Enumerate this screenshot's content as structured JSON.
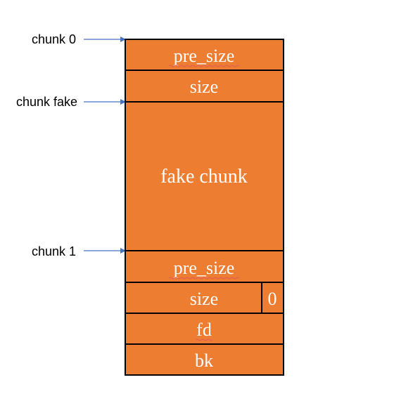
{
  "colors": {
    "block_fill": "#ED7D31",
    "block_stroke": "#000000",
    "arrow": "#4472C4",
    "label_text": "#000000",
    "cell_text": "#FFFFFF",
    "spellcheck_underline": "#E05A5A"
  },
  "pointers": [
    {
      "id": "chunk0",
      "label": "chunk 0"
    },
    {
      "id": "chunkfake",
      "label": "chunk fake"
    },
    {
      "id": "chunk1",
      "label": "chunk 1"
    }
  ],
  "cells": {
    "pre_size_top": "pre_size",
    "size_top": "size",
    "fake_chunk": "fake chunk",
    "pre_size_bottom": "pre_size",
    "size_bottom": "size",
    "flag_bit": "0",
    "fd": "fd",
    "bk": "bk"
  }
}
